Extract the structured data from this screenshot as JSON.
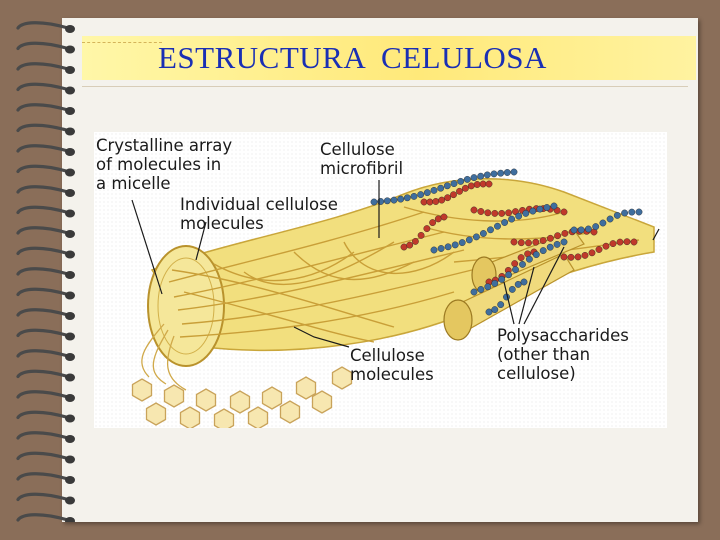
{
  "slide": {
    "title": "ESTRUCTURA  CELULOSA"
  },
  "diagram": {
    "labels": {
      "crystalline": [
        "Crystalline array",
        "of molecules in",
        "a micelle"
      ],
      "microfibril": [
        "Cellulose",
        "microfibril"
      ],
      "individual": [
        "Individual  cellulose",
        "molecules"
      ],
      "molecules": [
        "Cellulose",
        "molecules"
      ],
      "polysaccharides": [
        "Polysaccharides",
        "(other than",
        "cellulose)"
      ]
    }
  },
  "colors": {
    "title_text": "#1a2fb4",
    "fiber_fill": "#f2df7e",
    "fiber_stroke": "#c9a63a",
    "red_chain": "#c0392b",
    "blue_chain": "#3f6e9e"
  },
  "icons": {
    "binding": "spiral-ring-binding"
  }
}
